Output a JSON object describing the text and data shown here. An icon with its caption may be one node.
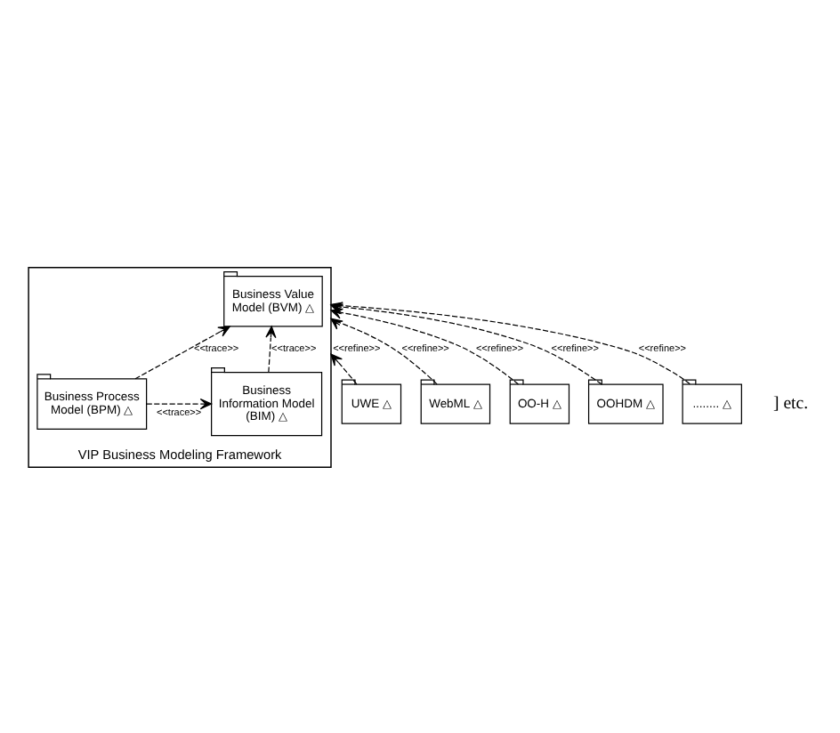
{
  "diagram": {
    "nodes": [
      {
        "text": [
          "VIP Business Modeling Framework"
        ]
      },
      {
        "text": [
          "Business Value Model (BVM) △"
        ],
        "in": 0
      },
      {
        "text": [
          "Business Process Model (BPM) △"
        ],
        "in": 0
      },
      {
        "text": [
          "Business Information Model (BIM) △"
        ],
        "in": 0
      },
      {
        "text": [
          "UWE △"
        ]
      },
      {
        "text": [
          "WebML △"
        ]
      },
      {
        "text": [
          "OO-H △"
        ]
      },
      {
        "text": [
          "OOHDM △"
        ]
      },
      {
        "text": [
          "........ △"
        ]
      }
    ],
    "edges": [
      {
        "from": 2,
        "to": 1,
        "arrow": "to",
        "label": "<<trace>>",
        "style": "dashed"
      },
      {
        "from": 3,
        "to": 1,
        "arrow": "to",
        "label": "<<trace>>",
        "style": "dashed"
      },
      {
        "from": 2,
        "to": 3,
        "arrow": "to",
        "label": "<<trace>>",
        "style": "dashed"
      },
      {
        "from": 4,
        "to": 0,
        "arrow": "to",
        "label": "<<refine>>",
        "style": "dashed"
      },
      {
        "from": 5,
        "to": 0,
        "arrow": "to",
        "label": "<<refine>>",
        "style": "dashed"
      },
      {
        "from": 6,
        "to": 0,
        "arrow": "to",
        "label": "<<refine>>",
        "style": "dashed"
      },
      {
        "from": 7,
        "to": 0,
        "arrow": "to",
        "label": "<<refine>>",
        "style": "dashed"
      },
      {
        "from": 8,
        "to": 0,
        "arrow": "to",
        "label": "<<refine>>",
        "style": "dashed"
      }
    ],
    "labels": [
      "] etc."
    ]
  }
}
